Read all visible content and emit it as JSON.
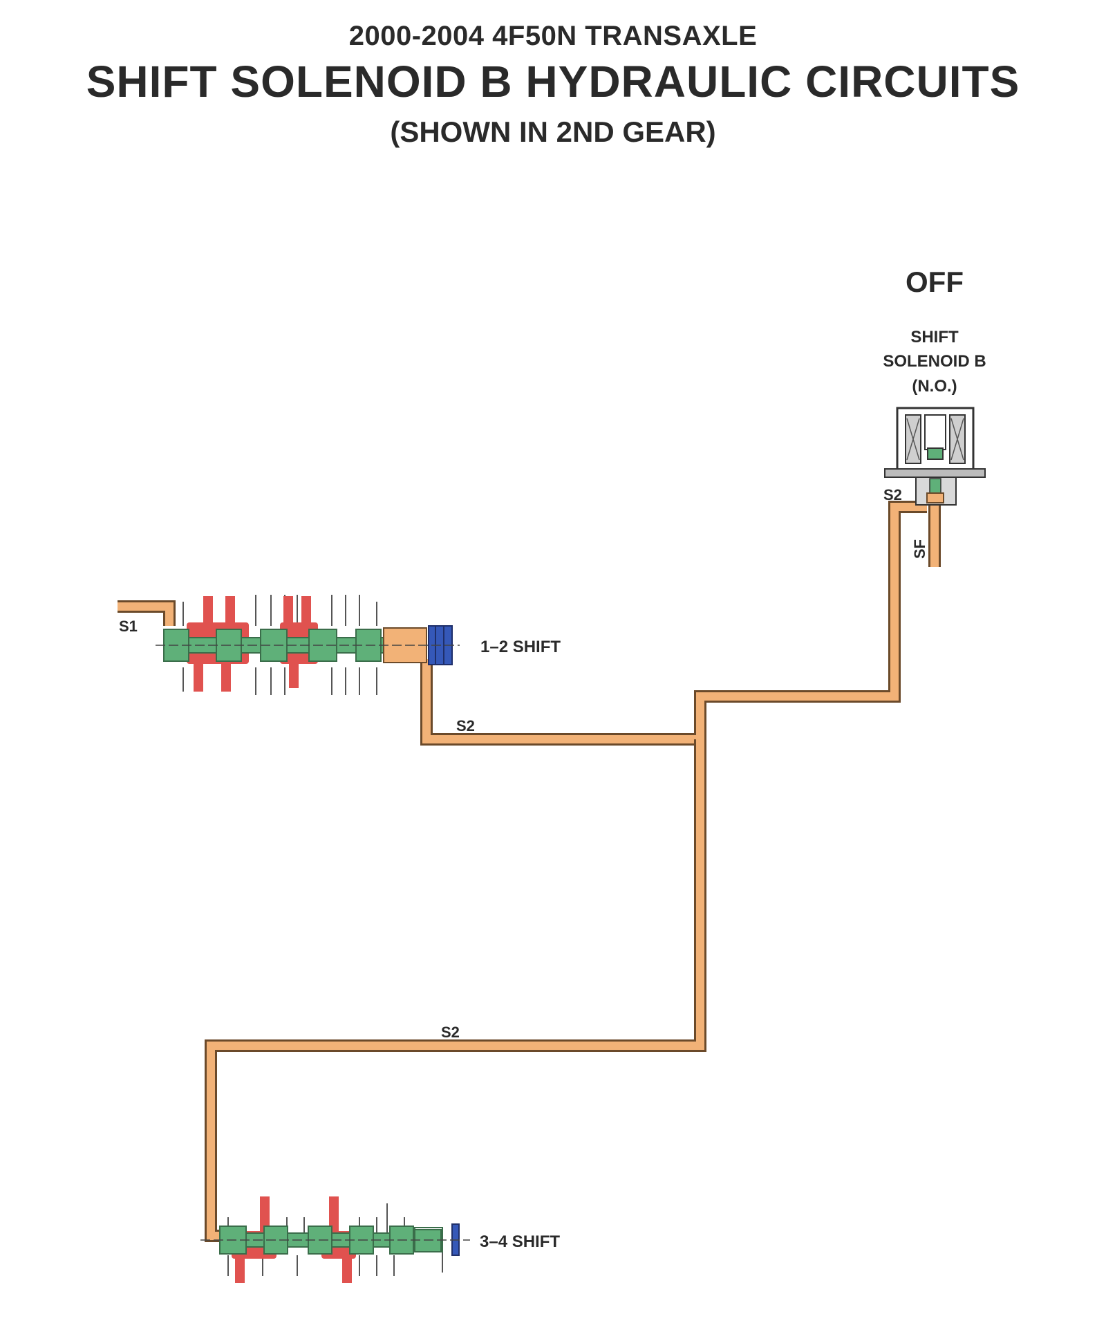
{
  "title": {
    "top": "2000-2004 4F50N TRANSAXLE",
    "main": "SHIFT SOLENOID B HYDRAULIC CIRCUITS",
    "sub": "(SHOWN IN 2ND GEAR)"
  },
  "solenoid": {
    "state": "OFF",
    "name_line1": "SHIFT",
    "name_line2": "SOLENOID B",
    "type": "(N.O.)"
  },
  "circuits": {
    "s1": "S1",
    "s2_solenoid": "S2",
    "sf": "SF",
    "s2_upper": "S2",
    "s2_lower": "S2"
  },
  "valves": {
    "shift_12": "1–2 SHIFT",
    "shift_34": "3–4 SHIFT"
  },
  "colors": {
    "fluid": "#f2b277",
    "fluid_outline": "#6b4a2a",
    "valve_spool": "#5fb079",
    "exhaust_red": "#e0524f",
    "plug_blue": "#3558b8"
  }
}
